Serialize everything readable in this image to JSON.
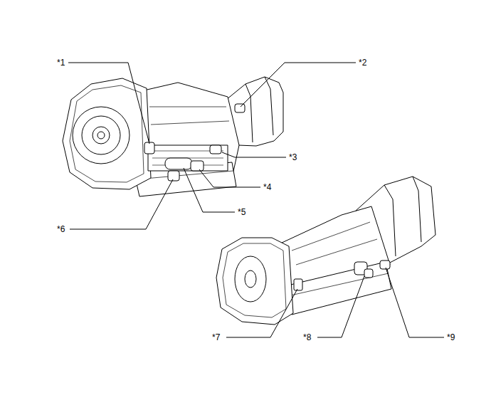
{
  "diagram": {
    "labels": [
      "*1",
      "*2",
      "*3",
      "*4",
      "*5",
      "*6",
      "*7",
      "*8",
      "*9"
    ]
  }
}
